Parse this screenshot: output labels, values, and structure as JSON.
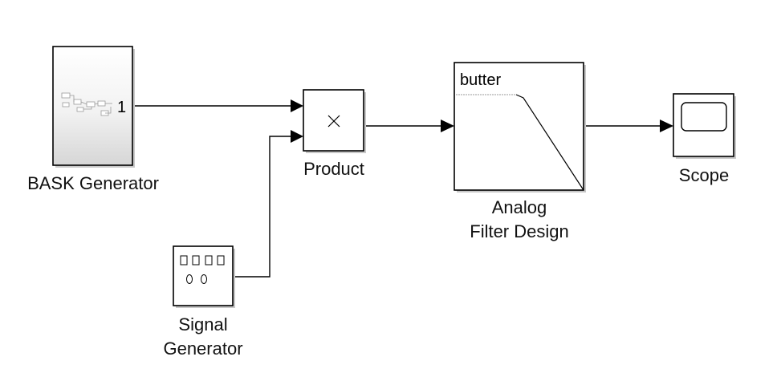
{
  "diagram": {
    "blocks": {
      "bask": {
        "label": "BASK Generator",
        "port_label": "1",
        "icon": "subsystem-icon"
      },
      "product": {
        "label": "Product",
        "symbol": "×",
        "icon": "multiply-icon"
      },
      "filter": {
        "label_line1": "Analog",
        "label_line2": "Filter Design",
        "method": "butter",
        "icon": "lowpass-response-icon"
      },
      "scope": {
        "label": "Scope",
        "icon": "scope-screen-icon"
      },
      "signal": {
        "label_line1": "Signal",
        "label_line2": "Generator",
        "icon": "signal-generator-icon"
      }
    },
    "colors": {
      "line": "#000000",
      "block_fill": "#ffffff",
      "shadow": "#c8c8c8",
      "bask_gradient_top": "#ffffff",
      "bask_gradient_bottom": "#d8d8d8"
    }
  }
}
